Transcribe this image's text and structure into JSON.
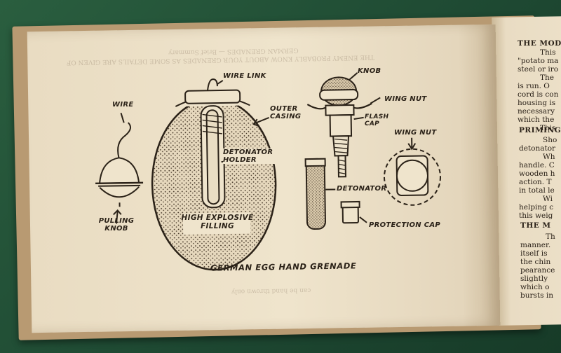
{
  "illustration": {
    "caption": "GERMAN EGG HAND GRENADE",
    "labels": {
      "wire": "WIRE",
      "pulling_knob": "PULLING KNOB",
      "wire_link": "WIRE LINK",
      "outer_casing": "OUTER CASING",
      "detonator_holder": "DETONATOR HOLDER",
      "high_explosive_filling": "HIGH EXPLOSIVE FILLING",
      "knob": "KNOB",
      "wing_nut_top": "WING NUT",
      "flash_cap": "FLASH CAP",
      "wing_nut_side": "WING NUT",
      "detonator": "DETONATOR",
      "protection_cap": "PROTECTION CAP"
    }
  },
  "right_page": {
    "heading_1": "THE MOD",
    "lines_1": [
      "This",
      "\"potato ma",
      "steel or iro",
      "The",
      "is run. O",
      "cord is con",
      "housing is",
      "necessary",
      "which the",
      "This"
    ],
    "heading_2": "PRIMING",
    "lines_2": [
      "Sho",
      "detonator",
      "Wh",
      "handle. C",
      "wooden h",
      "action. T",
      "in total le",
      "Wi",
      "helping c",
      "this weig"
    ],
    "heading_3": "THE M",
    "lines_3": [
      "Th",
      "manner.",
      "itself is",
      "the chin",
      "pearance",
      "slightly",
      "which o",
      "bursts in"
    ]
  }
}
